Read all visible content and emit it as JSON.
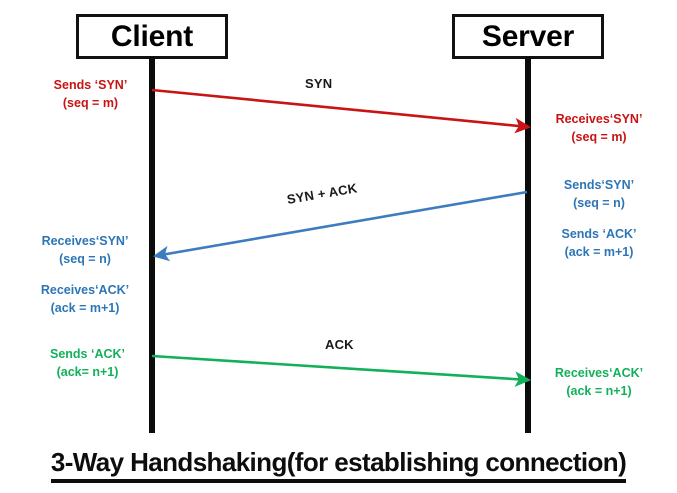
{
  "diagram": {
    "caption": "3-Way Handshaking(for establishing connection)",
    "nodes": {
      "client": "Client",
      "server": "Server"
    },
    "colors": {
      "syn": "#C81414",
      "syn_ack": "#2E75B6",
      "ack": "#12B05A",
      "lifeline": "#0b0b0b",
      "box_border": "#111111",
      "label_text": "#1a1a1a"
    },
    "messages": [
      {
        "name": "syn",
        "label": "SYN",
        "direction": "client-to-server",
        "color": "#C81414"
      },
      {
        "name": "syn-ack",
        "label": "SYN + ACK",
        "direction": "server-to-client",
        "color": "#2E75B6"
      },
      {
        "name": "ack",
        "label": "ACK",
        "direction": "client-to-server",
        "color": "#12B05A"
      }
    ],
    "client_notes": {
      "sends_syn": {
        "line1": "Sends ‘SYN’",
        "line2": "(seq = m)"
      },
      "receives_syn": {
        "line1": "Receives‘SYN’",
        "line2": "(seq = n)"
      },
      "receives_ack": {
        "line1": "Receives‘ACK’",
        "line2": "(ack = m+1)"
      },
      "sends_ack": {
        "line1": "Sends ‘ACK’",
        "line2": "(ack= n+1)"
      }
    },
    "server_notes": {
      "receives_syn": {
        "line1": "Receives‘SYN’",
        "line2": "(seq = m)"
      },
      "sends_syn": {
        "line1": "Sends‘SYN’",
        "line2": "(seq = n)"
      },
      "sends_ack": {
        "line1": "Sends ‘ACK’",
        "line2": "(ack = m+1)"
      },
      "receives_ack": {
        "line1": "Receives‘ACK’",
        "line2": "(ack = n+1)"
      }
    }
  }
}
